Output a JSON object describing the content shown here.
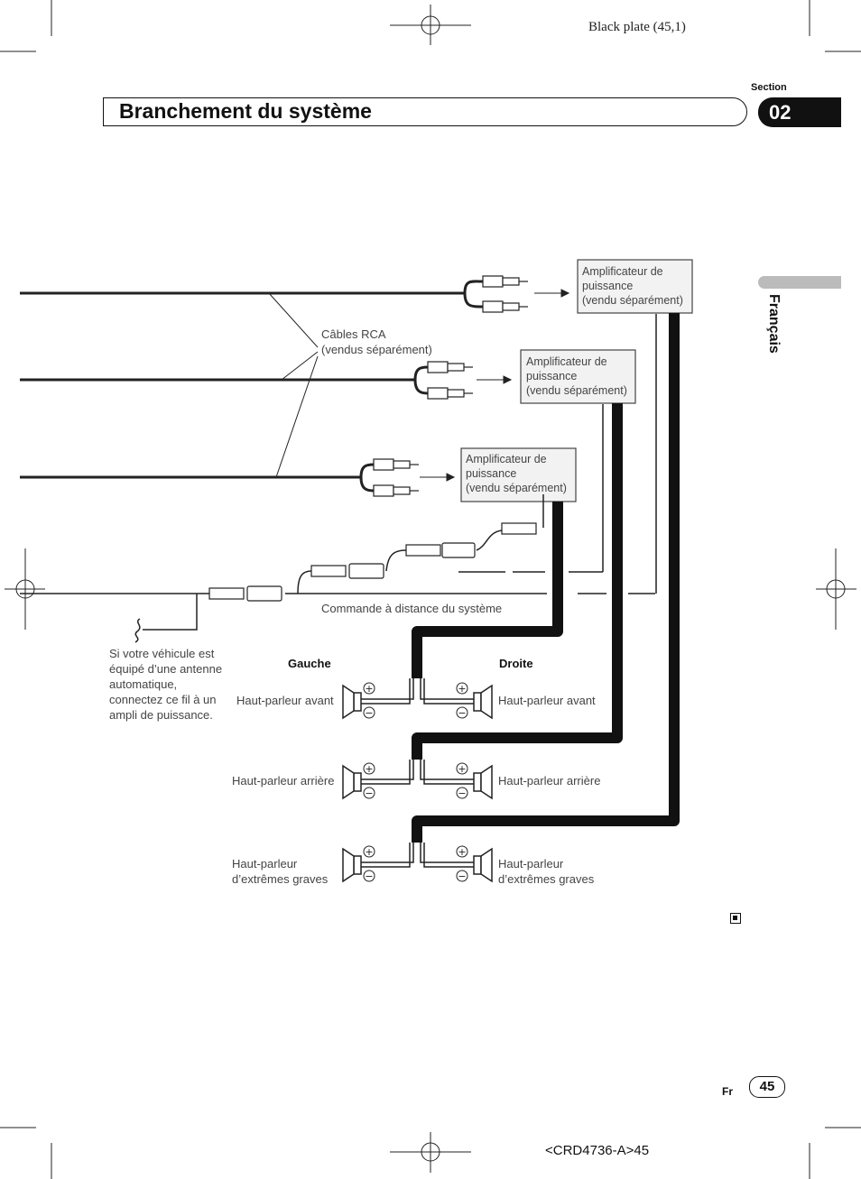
{
  "plate_text": "Black plate (45,1)",
  "header": {
    "title": "Branchement du système",
    "section_label": "Section",
    "section_number": "02"
  },
  "side_tab": {
    "language": "Français"
  },
  "diagram": {
    "rca_label_line1": "Câbles RCA",
    "rca_label_line2": "(vendus séparément)",
    "amplifiers": [
      {
        "line1": "Amplificateur de",
        "line2": "puissance",
        "line3": "(vendu séparément)"
      },
      {
        "line1": "Amplificateur de",
        "line2": "puissance",
        "line3": "(vendu séparément)"
      },
      {
        "line1": "Amplificateur de",
        "line2": "puissance",
        "line3": "(vendu séparément)"
      }
    ],
    "remote_label": "Commande à distance du système",
    "note": "Si votre véhicule est équipé d’une antenne automatique, connectez ce fil à un ampli de puissance.",
    "left_heading": "Gauche",
    "right_heading": "Droite",
    "front_speaker": "Haut-parleur avant",
    "rear_speaker": "Haut-parleur arrière",
    "sub_line1": "Haut-parleur",
    "sub_line2": "d’extrêmes graves",
    "plus_sign": "+",
    "minus_sign": "−"
  },
  "footer": {
    "lang_code": "Fr",
    "page_number": "45",
    "doc_code": "<CRD4736-A>45"
  }
}
